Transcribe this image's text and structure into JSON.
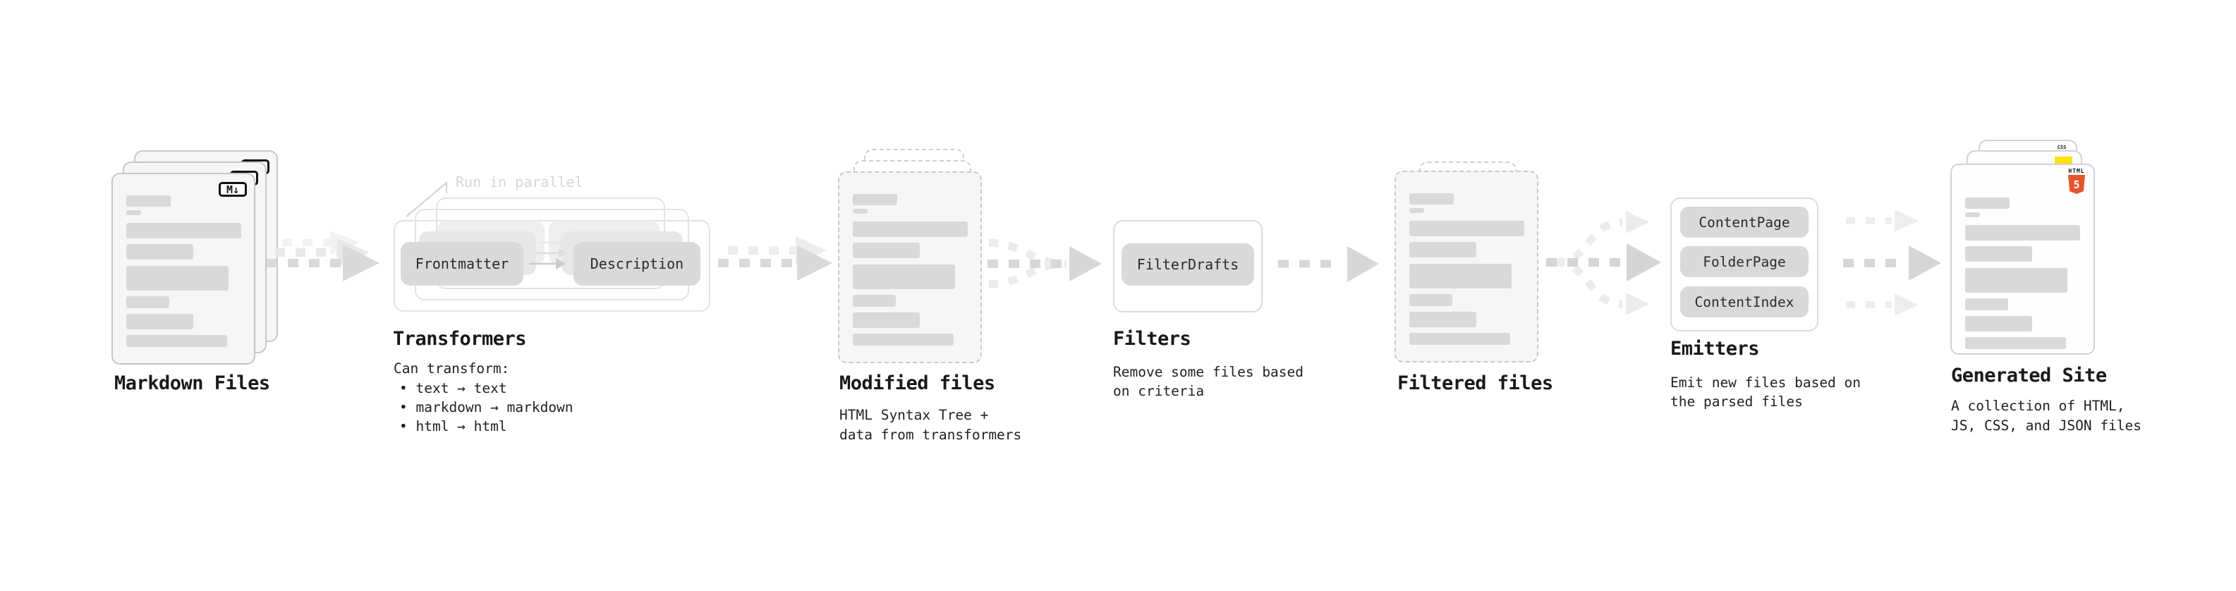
{
  "sections": {
    "markdown_files": {
      "label": "Markdown Files",
      "badge": "M↓"
    },
    "transformers": {
      "note": "Run in parallel",
      "pills": [
        "Frontmatter",
        "Description"
      ],
      "title": "Transformers",
      "caption": "Can transform:",
      "bullets": [
        "• text → text",
        "• markdown → markdown",
        "• html → html"
      ]
    },
    "modified_files": {
      "label": "Modified files",
      "caption_line1": "HTML Syntax Tree +",
      "caption_line2": "data from transformers"
    },
    "filters": {
      "title": "Filters",
      "pill": "FilterDrafts",
      "caption_line1": "Remove some files based",
      "caption_line2": "on criteria"
    },
    "filtered_files": {
      "label": "Filtered files"
    },
    "emitters": {
      "title": "Emitters",
      "pills": [
        "ContentPage",
        "FolderPage",
        "ContentIndex"
      ],
      "caption_line1": "Emit new files based on",
      "caption_line2": "the parsed files"
    },
    "generated_site": {
      "label": "Generated Site",
      "caption_line1": "A collection of HTML,",
      "caption_line2": "JS, CSS, and JSON files",
      "badges": {
        "html5_label": "HTML",
        "html5_number": "5",
        "css_label": "CSS"
      }
    }
  },
  "colors": {
    "html5_orange": "#e8542d",
    "js_yellow": "#ffe008",
    "css_blue": "#2f6cf0",
    "arrow_gray": "#d9d9d9",
    "arrow_light": "#ececec",
    "pill_gray": "#d9d9d9",
    "card_fill": "#f6f6f6",
    "border_gray": "#c9c9c9",
    "note_gray": "#d6d6d6",
    "text_dark": "#1a1a1a"
  }
}
